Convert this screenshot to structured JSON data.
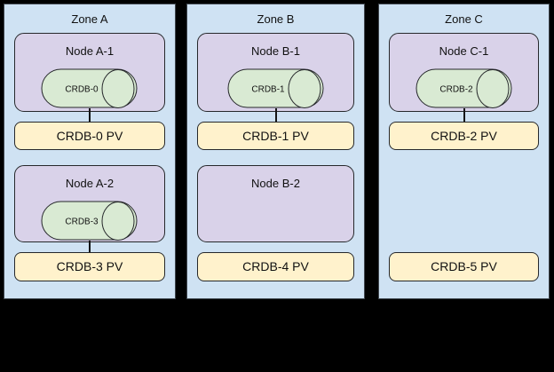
{
  "diagram": {
    "background_color": "#000000",
    "zone_fill": "#cfe2f3",
    "node_fill": "#d9d2e9",
    "cylinder_fill": "#d9ead3",
    "pv_fill": "#fff2cc"
  },
  "zones": [
    {
      "title": "Zone A",
      "node1": {
        "title": "Node A-1",
        "disk": "CRDB-0"
      },
      "pv1": "CRDB-0 PV",
      "node2": {
        "title": "Node A-2",
        "disk": "CRDB-3"
      },
      "pv2": "CRDB-3 PV"
    },
    {
      "title": "Zone B",
      "node1": {
        "title": "Node B-1",
        "disk": "CRDB-1"
      },
      "pv1": "CRDB-1 PV",
      "node2": {
        "title": "Node B-2"
      },
      "pv2": "CRDB-4 PV"
    },
    {
      "title": "Zone C",
      "node1": {
        "title": "Node C-1",
        "disk": "CRDB-2"
      },
      "pv1": "CRDB-2 PV",
      "pv2": "CRDB-5 PV"
    }
  ]
}
